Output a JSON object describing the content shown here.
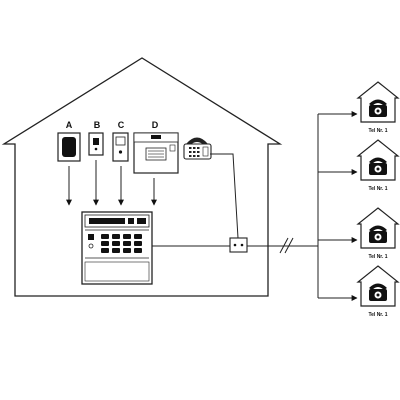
{
  "devices": [
    {
      "letter": "A",
      "name": "intercom-panel"
    },
    {
      "letter": "B",
      "name": "wall-switch"
    },
    {
      "letter": "C",
      "name": "small-sensor"
    },
    {
      "letter": "D",
      "name": "alarm-siren-box"
    }
  ],
  "remote_phones": [
    {
      "label": "Tel Nr. 1"
    },
    {
      "label": "Tel Nr. 1"
    },
    {
      "label": "Tel Nr. 1"
    },
    {
      "label": "Tel Nr. 1"
    }
  ]
}
